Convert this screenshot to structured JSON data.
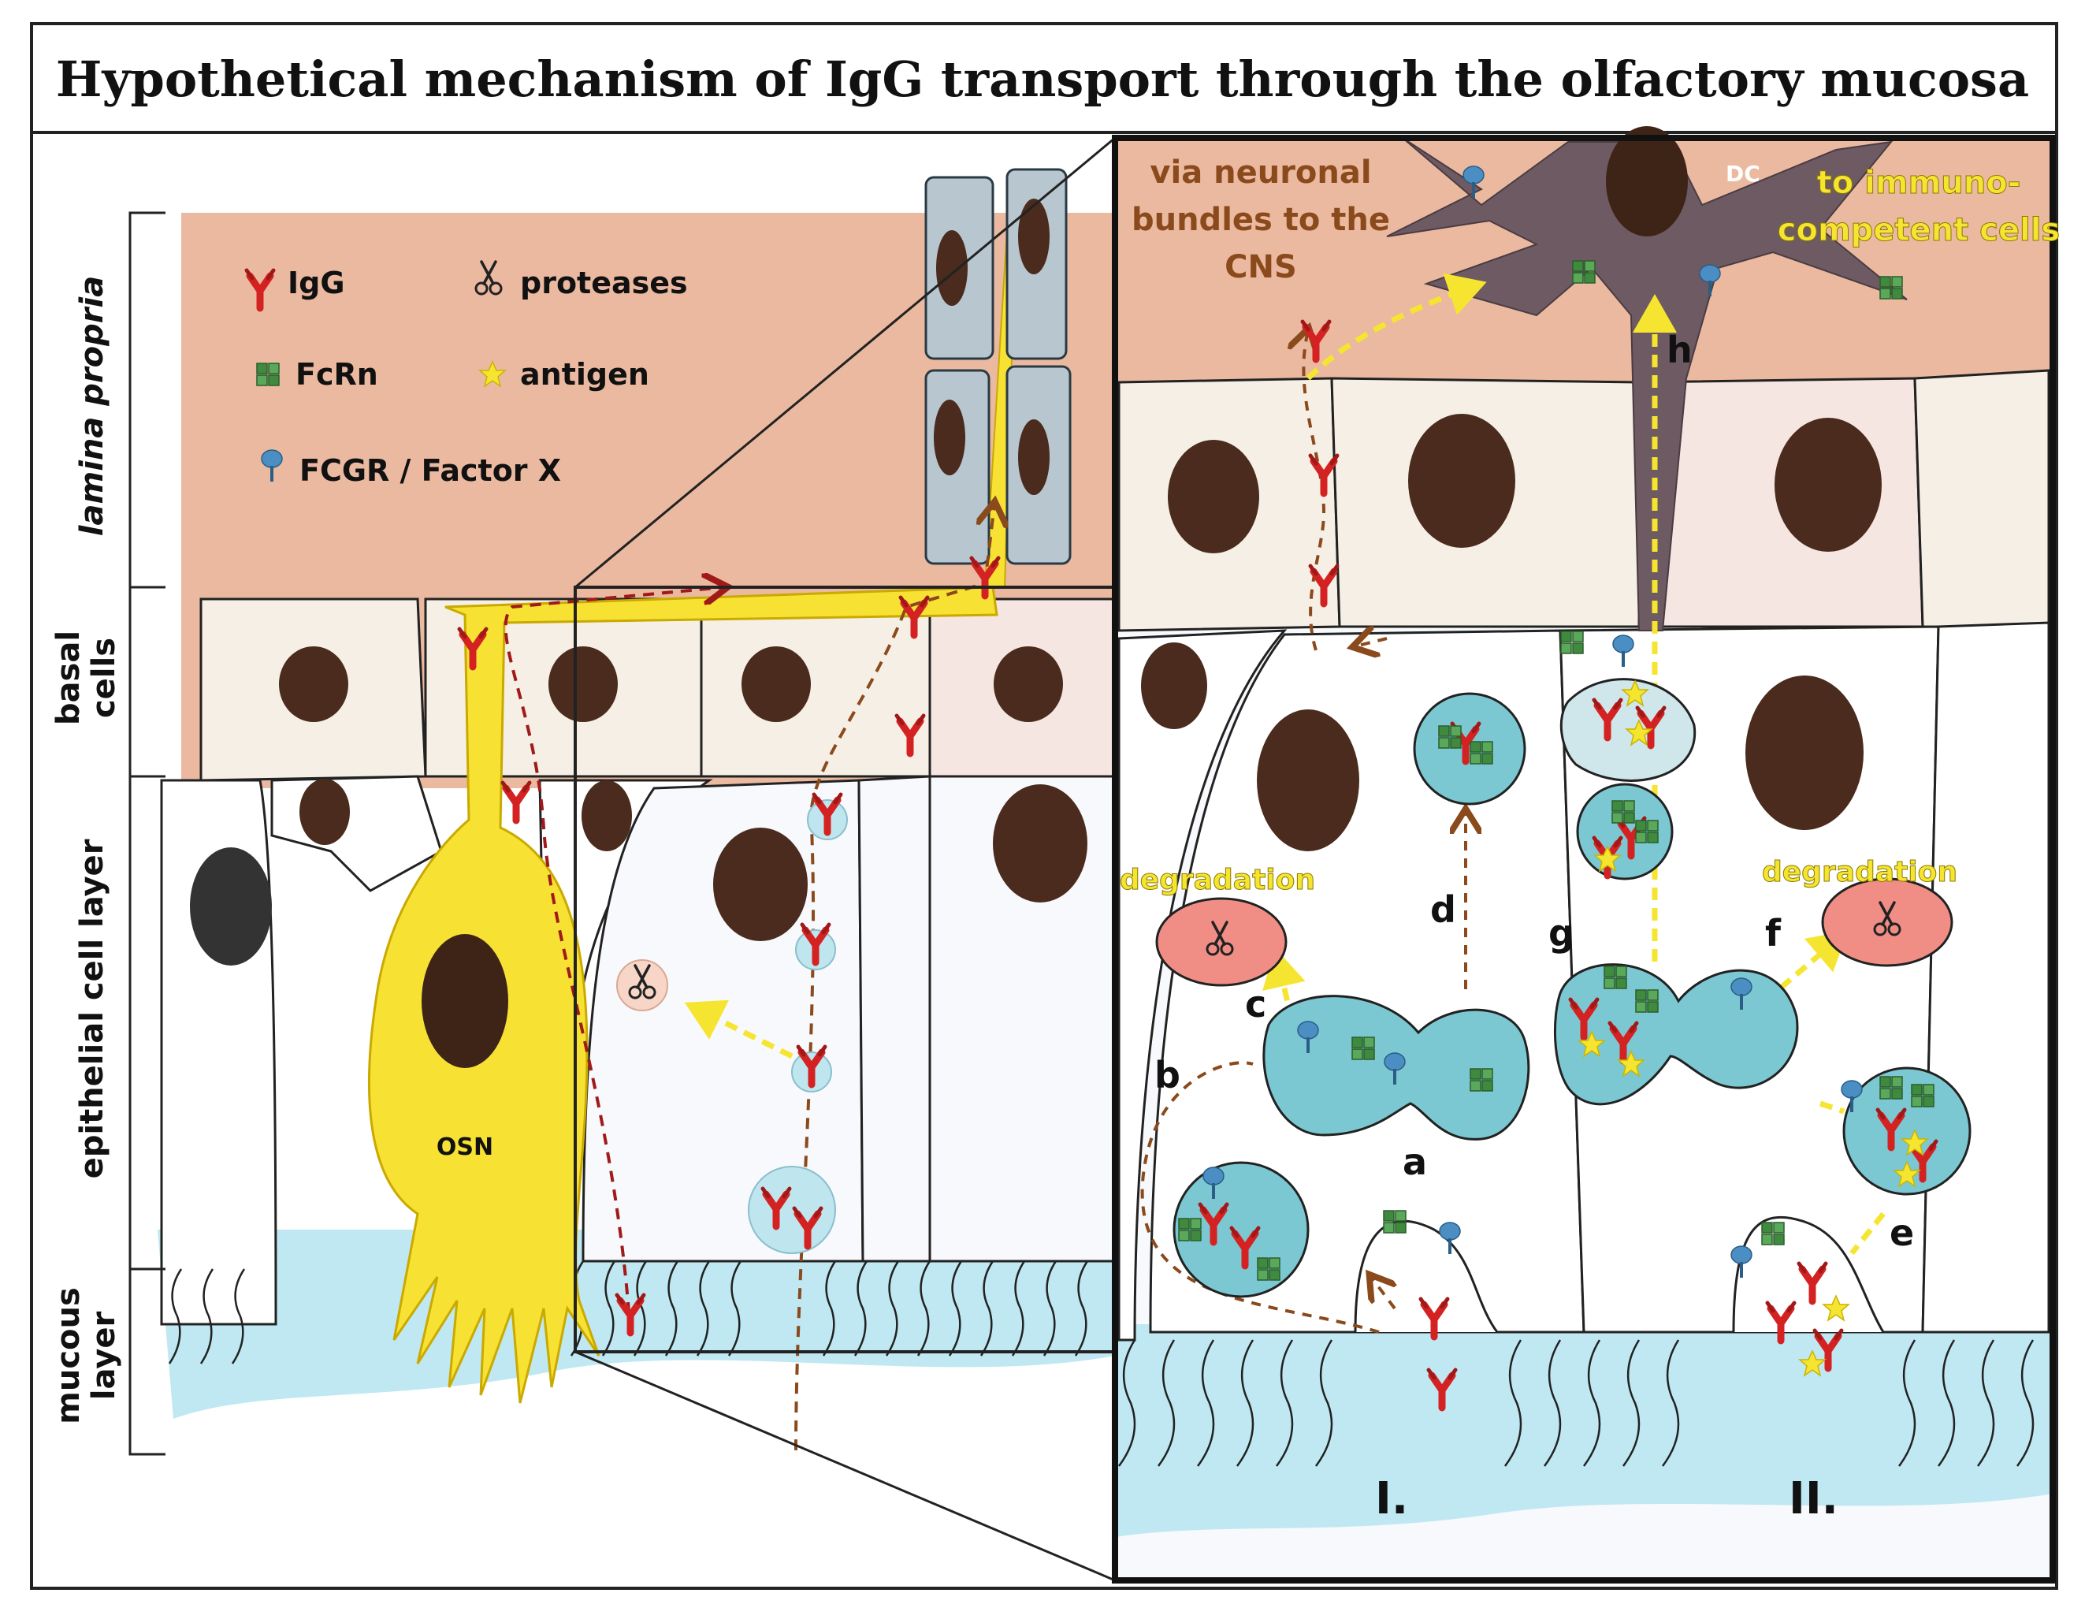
{
  "title": "Hypothetical mechanism of IgG transport through the olfactory mucosa",
  "layers": {
    "lamina": "lamina propria",
    "basal1": "basal",
    "basal2": "cells",
    "epithelial": "epithelial cell layer",
    "mucous1": "mucous",
    "mucous2": "layer"
  },
  "legend": {
    "igg": "IgG",
    "proteases": "proteases",
    "fcrn": "FcRn",
    "antigen": "antigen",
    "fcgr": "FCGR / Factor X"
  },
  "labels": {
    "osn": "OSN",
    "dc": "DC",
    "via1": "via neuronal",
    "via2": "bundles to the",
    "via3": "CNS",
    "immuno1": "to immuno-",
    "immuno2": "competent cells",
    "degradation_left": "degradation",
    "degradation_right": "degradation",
    "a": "a",
    "b": "b",
    "c": "c",
    "d": "d",
    "e": "e",
    "f": "f",
    "g": "g",
    "h": "h",
    "route1": "I.",
    "route2": "II."
  },
  "colors": {
    "lamina": "#eab9a0",
    "mucus": "#bfe8f2",
    "vesicle": "#7cc8d2",
    "osn": "#f7e234",
    "igg": "#d42222",
    "fcrn": "#3f8a3f",
    "fcgr": "#4a8ec4",
    "degradation": "#f08e86",
    "dc": "#6e5a63",
    "nucleus": "#4a2b1d"
  }
}
